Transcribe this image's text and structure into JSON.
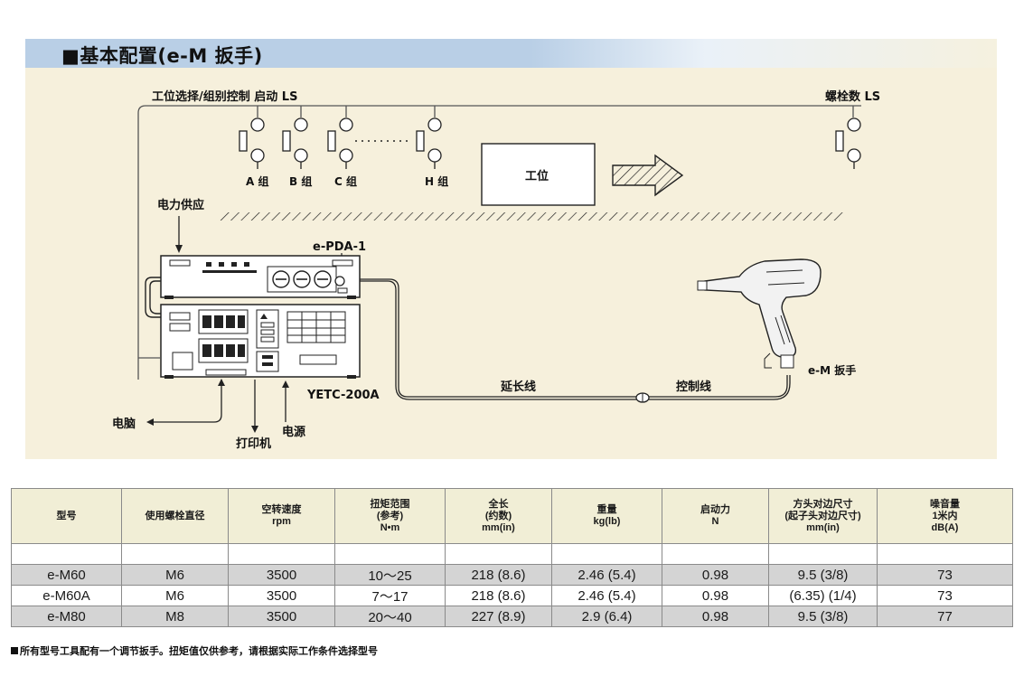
{
  "section": {
    "title": "■基本配置(e-M 扳手)"
  },
  "diagram": {
    "label_station_select": "工位选择/组别控制 启动 LS",
    "label_bolt_count": "螺栓数 LS",
    "group_a": "A 组",
    "group_b": "B 组",
    "group_c": "C 组",
    "group_h": "H 组",
    "station_box": "工位",
    "power_supply": "电力供应",
    "controller_top": "e-PDA-1",
    "controller_bottom": "YETC-200A",
    "extension_cable": "延长线",
    "control_cable": "控制线",
    "wrench": "e-M 扳手",
    "computer": "电脑",
    "printer": "打印机",
    "power_source": "电源"
  },
  "table": {
    "headers": [
      "型号",
      "使用螺栓直径",
      "空转速度\nrpm",
      "扭矩范围\n(参考)\nN•m",
      "全长\n(约数)\nmm(in)",
      "重量\nkg(lb)",
      "启动力\nN",
      "方头对边尺寸\n(起子头对边尺寸)\nmm(in)",
      "噪音量\n1米内\ndB(A)"
    ],
    "rows": [
      [
        "e-M60",
        "M6",
        "3500",
        "10～25",
        "218 (8.6)",
        "2.46 (5.4)",
        "0.98",
        "9.5 (3/8)",
        "73"
      ],
      [
        "e-M60A",
        "M6",
        "3500",
        "7～17",
        "218 (8.6)",
        "2.46 (5.4)",
        "0.98",
        "(6.35) (1/4)",
        "73"
      ],
      [
        "e-M80",
        "M8",
        "3500",
        "20～40",
        "227 (8.9)",
        "2.9 (6.4)",
        "0.98",
        "9.5 (3/8)",
        "77"
      ]
    ]
  },
  "footnote": "所有型号工具配有一个调节扳手。扭矩值仅供参考，请根据实际工作条件选择型号"
}
